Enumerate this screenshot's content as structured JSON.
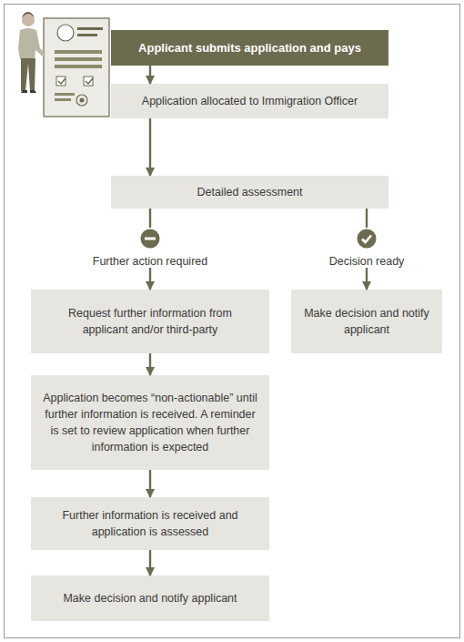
{
  "diagram": {
    "nodes": [
      {
        "text": [
          "Applicant submits application and pays"
        ]
      },
      {
        "text": [
          "Application allocated to Immigration Officer"
        ]
      },
      {
        "text": [
          "Detailed assessment"
        ]
      },
      {
        "text": [
          "Further action required"
        ]
      },
      {
        "text": [
          "Decision ready"
        ]
      },
      {
        "text": [
          "Request further information from applicant and/or third-party"
        ]
      },
      {
        "text": [
          "Make decision and notify applicant"
        ]
      },
      {
        "text": [
          "Application becomes “non-actionable” until further information is received. A reminder is set to review application when further information is expected"
        ]
      },
      {
        "text": [
          "Further information is received and application is assessed"
        ]
      },
      {
        "text": [
          "Make decision and notify applicant"
        ]
      }
    ],
    "edges": [
      {
        "from": 0,
        "to": 1,
        "arrow": "to"
      },
      {
        "from": 1,
        "to": 2,
        "arrow": "to"
      },
      {
        "from": 2,
        "to": 3,
        "arrow": "none"
      },
      {
        "from": 2,
        "to": 4,
        "arrow": "none"
      },
      {
        "from": 3,
        "to": 5,
        "arrow": "to"
      },
      {
        "from": 4,
        "to": 6,
        "arrow": "to"
      },
      {
        "from": 5,
        "to": 7,
        "arrow": "to"
      },
      {
        "from": 7,
        "to": 8,
        "arrow": "to"
      },
      {
        "from": 8,
        "to": 9,
        "arrow": "to"
      }
    ]
  }
}
